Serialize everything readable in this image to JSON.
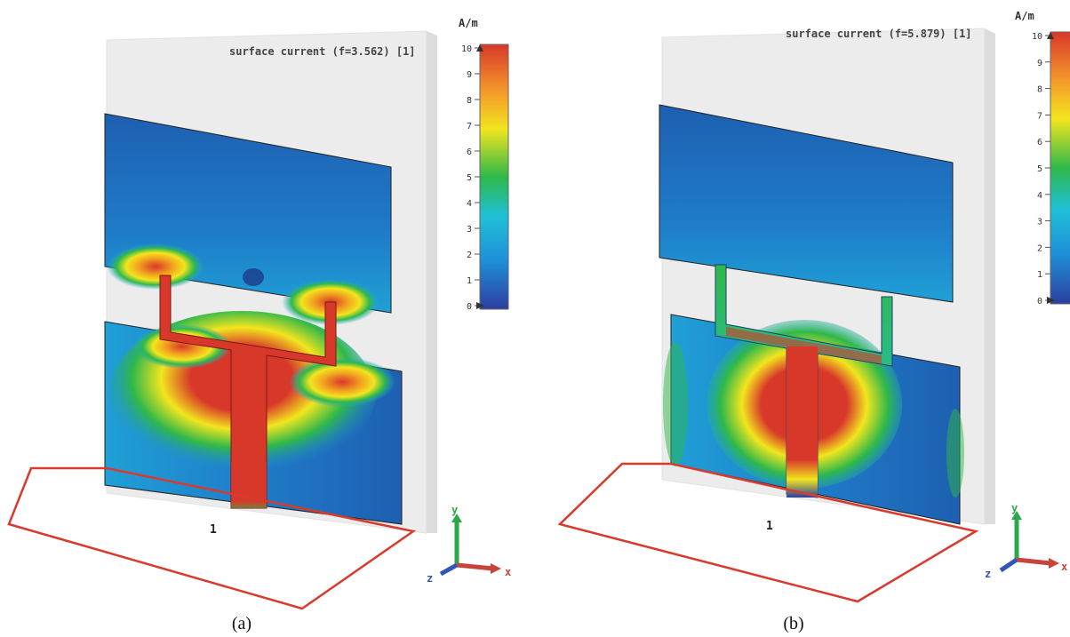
{
  "panels": [
    {
      "caption": "(a)",
      "title": "surface current (f=3.562) [1]",
      "colorbar": {
        "unit": "A/m",
        "ticks": [
          "10",
          "9",
          "8",
          "7",
          "6",
          "5",
          "4",
          "3",
          "2",
          "1",
          "0"
        ],
        "min": 0,
        "max": 10
      },
      "port_label": "1",
      "axes": {
        "y": "y",
        "x": "x",
        "z": "z"
      }
    },
    {
      "caption": "(b)",
      "title": "surface current (f=5.879) [1]",
      "colorbar": {
        "unit": "A/m",
        "ticks": [
          "10",
          "9",
          "8",
          "7",
          "6",
          "5",
          "4",
          "3",
          "2",
          "1",
          "0"
        ],
        "min": 0,
        "max": 10
      },
      "port_label": "1",
      "axes": {
        "y": "y",
        "x": "x",
        "z": "z"
      }
    }
  ],
  "colors": {
    "low": "#2c3f9e",
    "mid_low": "#1fa7d8",
    "mid": "#2fb84a",
    "mid_high": "#f2e51e",
    "high": "#d8382a",
    "port_outline": "#d83a2e",
    "substrate": "#ececec",
    "axis_y": "#2aa84a",
    "axis_x": "#c8443a",
    "axis_z": "#2f56b8"
  }
}
